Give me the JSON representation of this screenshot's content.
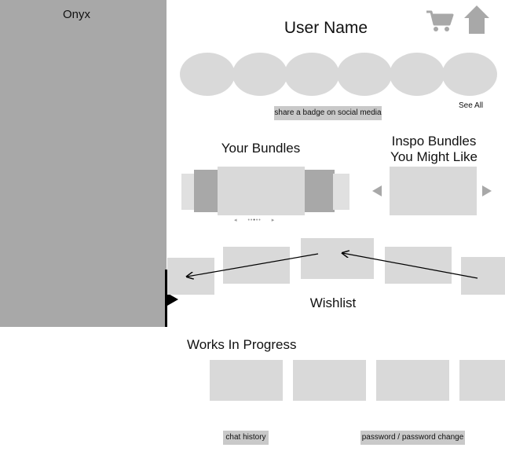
{
  "sidebar": {
    "title": "Onyx"
  },
  "header": {
    "user_name": "User Name",
    "cart_icon": "cart-icon",
    "home_icon": "home-icon"
  },
  "badges": {
    "count": 6,
    "see_all_label": "See All",
    "share_label": "share a badge on social media"
  },
  "your_bundles": {
    "title": "Your Bundles",
    "page_count": 4,
    "active_page": 2
  },
  "inspo_bundles": {
    "title_line1": "Inspo Bundles",
    "title_line2": "You Might Like"
  },
  "wishlist": {
    "title": "Wishlist"
  },
  "works_in_progress": {
    "title": "Works In Progress"
  },
  "footer": {
    "chat_label": "chat history",
    "password_label": "password / password change"
  },
  "colors": {
    "sidebar": "#a8a8a8",
    "placeholder": "#d9d9d9",
    "button": "#c9c9c9"
  }
}
